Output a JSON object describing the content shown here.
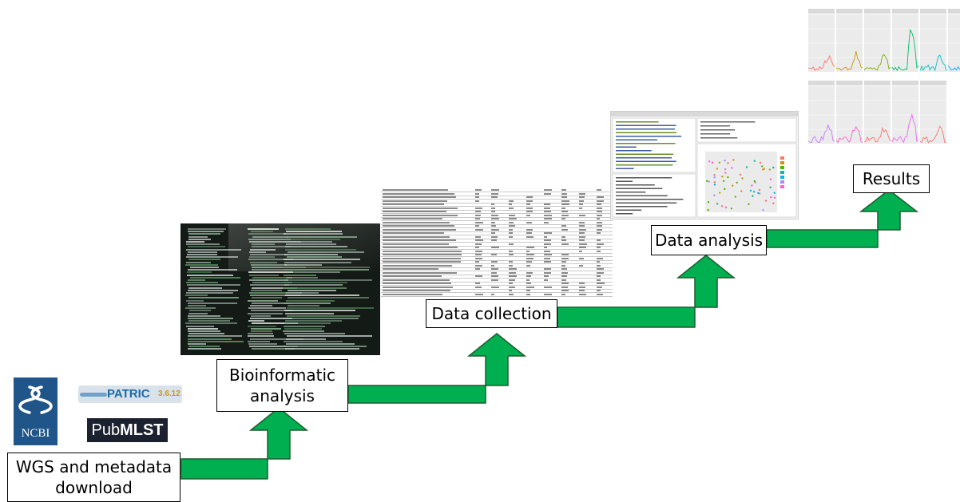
{
  "steps": {
    "wgs": {
      "line1": "WGS and metadata",
      "line2": "download"
    },
    "bioinfo": {
      "line1": "Bioinformatic",
      "line2": "analysis"
    },
    "collection": {
      "label": "Data collection"
    },
    "analysis": {
      "label": "Data analysis"
    },
    "results": {
      "label": "Results"
    }
  },
  "logos": {
    "ncbi": "NCBI",
    "patric_name": "PATRIC",
    "patric_version": "3.6.12",
    "pubmlst_prefix": "Pub",
    "pubmlst_suffix": "MLST"
  },
  "colors": {
    "arrow_fill": "#00b050",
    "arrow_stroke": "#1f5c2e",
    "ncbi_blue": "#20558a",
    "terminal_bg": "#141a16"
  },
  "icons": [
    "ncbi-helix-icon",
    "patric-swoosh-icon"
  ]
}
